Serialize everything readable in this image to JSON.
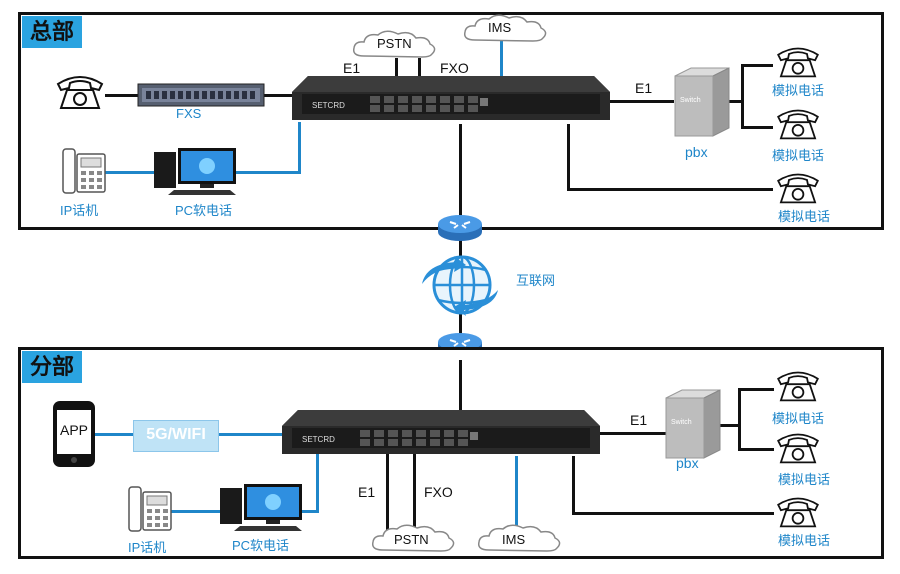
{
  "hq": {
    "title": "总部",
    "fxs": "FXS",
    "ip_phone": "IP话机",
    "pc_phone": "PC软电话",
    "e1": "E1",
    "fxo": "FXO",
    "pstn": "PSTN",
    "ims": "IMS",
    "e1_pbx": "E1",
    "pbx": "pbx",
    "analog1": "模拟电话",
    "analog2": "模拟电话",
    "analog3": "模拟电话",
    "gateway_brand": "SETCRD"
  },
  "internet": {
    "label": "互联网"
  },
  "branch": {
    "title": "分部",
    "app": "APP",
    "wifi": "5G/WIFI",
    "ip_phone": "IP话机",
    "pc_phone": "PC软电话",
    "e1": "E1",
    "fxo": "FXO",
    "pstn": "PSTN",
    "ims": "IMS",
    "e1_pbx": "E1",
    "pbx": "pbx",
    "analog1": "模拟电话",
    "analog2": "模拟电话",
    "analog3": "模拟电话",
    "gateway_brand": "SETCRD"
  },
  "colors": {
    "accent": "#2aa3e0",
    "link_blue": "#1f86c9",
    "router": "#3a8fd8"
  }
}
